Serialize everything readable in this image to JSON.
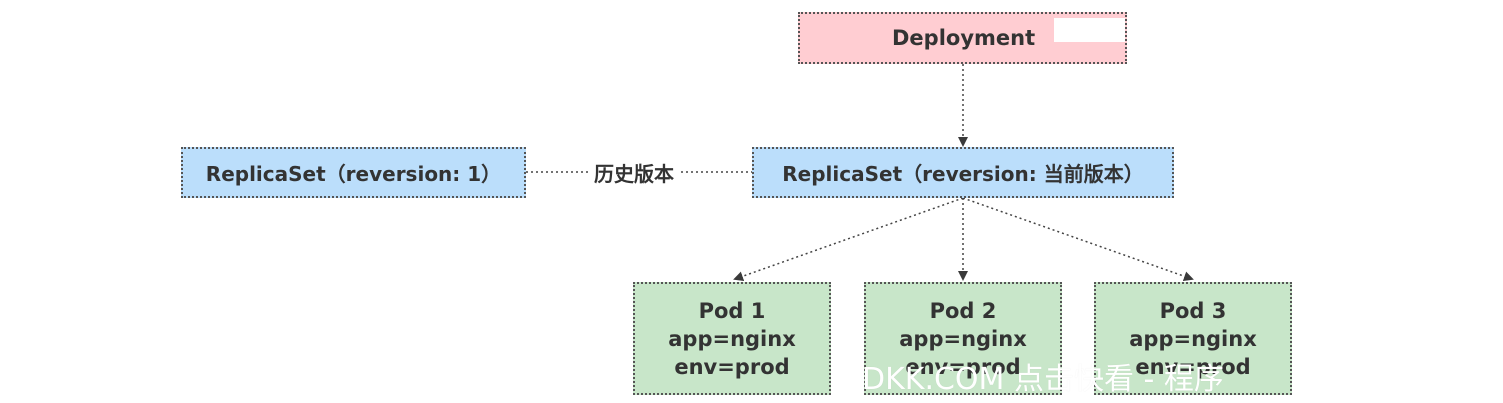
{
  "deployment": {
    "label": "Deployment"
  },
  "replicasets": {
    "old": {
      "label": "ReplicaSet（reversion: 1）"
    },
    "current": {
      "label": "ReplicaSet（reversion: 当前版本）"
    }
  },
  "history_edge_label": "历史版本",
  "pods": [
    {
      "name": "Pod 1",
      "app": "app=nginx",
      "env": "env=prod"
    },
    {
      "name": "Pod 2",
      "app": "app=nginx",
      "env": "env=prod"
    },
    {
      "name": "Pod 3",
      "app": "app=nginx",
      "env": "env=prod"
    }
  ],
  "watermark": "DKK.COM 点击快看 - 程序",
  "colors": {
    "deployment_fill": "#ffcdd2",
    "replicaset_fill": "#bbdefb",
    "pod_fill": "#c8e6c9",
    "border": "#555555",
    "text": "#333333"
  }
}
